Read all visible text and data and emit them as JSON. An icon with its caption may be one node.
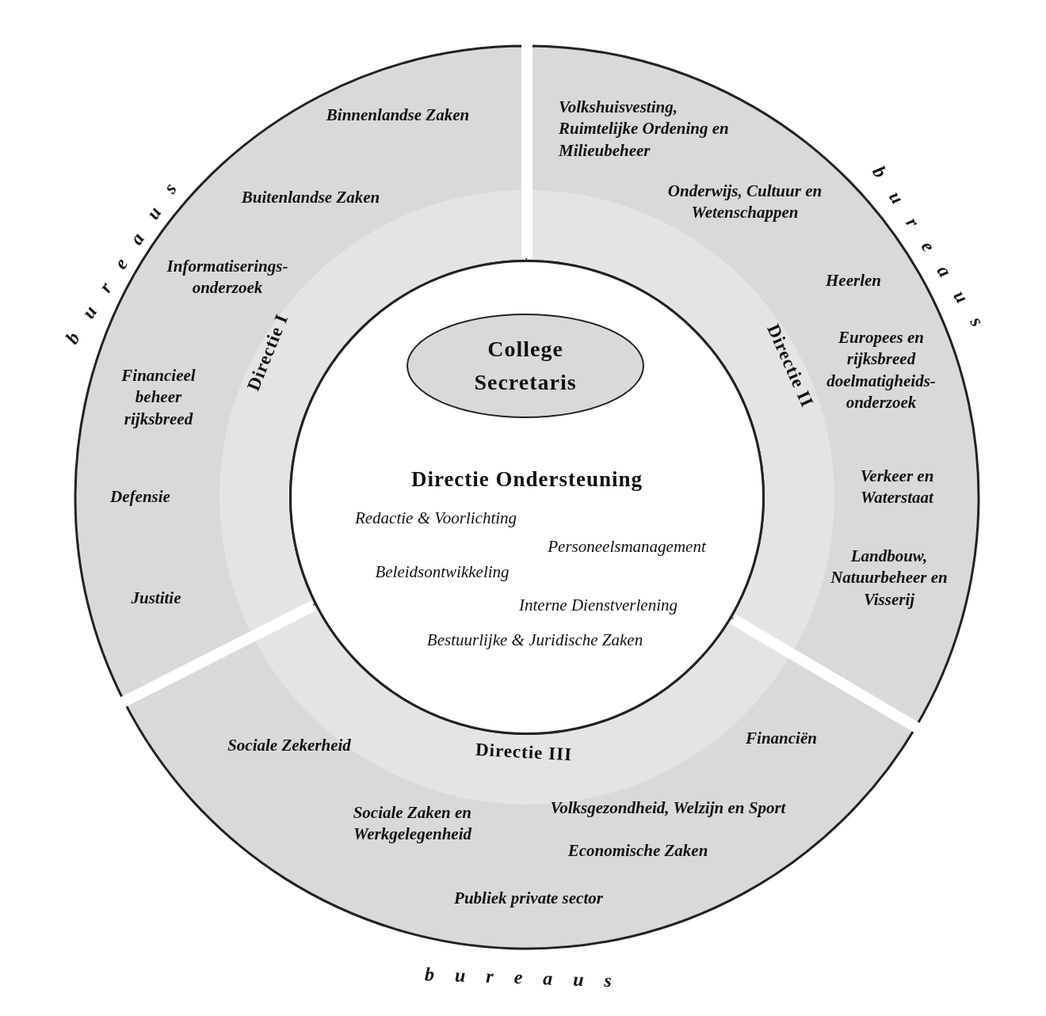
{
  "diagram": {
    "nodes": [
      {
        "text": [
          "Directie Ondersteuning",
          "Redactie & Voorlichting",
          "Personeelsmanagement",
          "Beleidsontwikkeling",
          "Interne Dienstverlening",
          "Bestuurlijke & Juridische Zaken"
        ]
      },
      {
        "text": [
          "College Secretaris"
        ],
        "in": 0
      },
      {
        "text": [
          "Directie I",
          "Binnenlandse Zaken",
          "Buitenlandse Zaken",
          "Informatiserings-onderzoek",
          "Financieel beheer rijksbreed",
          "Defensie",
          "Justitie"
        ]
      },
      {
        "text": [
          "Directie II",
          "Volkshuisvesting, Ruimtelijke Ordening en Milieubeheer",
          "Onderwijs, Cultuur en Wetenschappen",
          "Heerlen",
          "Europees en rijksbreed doelmatigheids-onderzoek",
          "Verkeer en Waterstaat",
          "Landbouw, Natuurbeheer en Visserij"
        ]
      },
      {
        "text": [
          "Directie III",
          "Sociale Zekerheid",
          "Financiën",
          "Sociale Zaken en Werkgelegenheid",
          "Volksgezondheid, Welzijn en Sport",
          "Economische Zaken",
          "Publiek private sector"
        ]
      }
    ],
    "labels": [
      "bureaus",
      "bureaus",
      "bureaus"
    ]
  }
}
